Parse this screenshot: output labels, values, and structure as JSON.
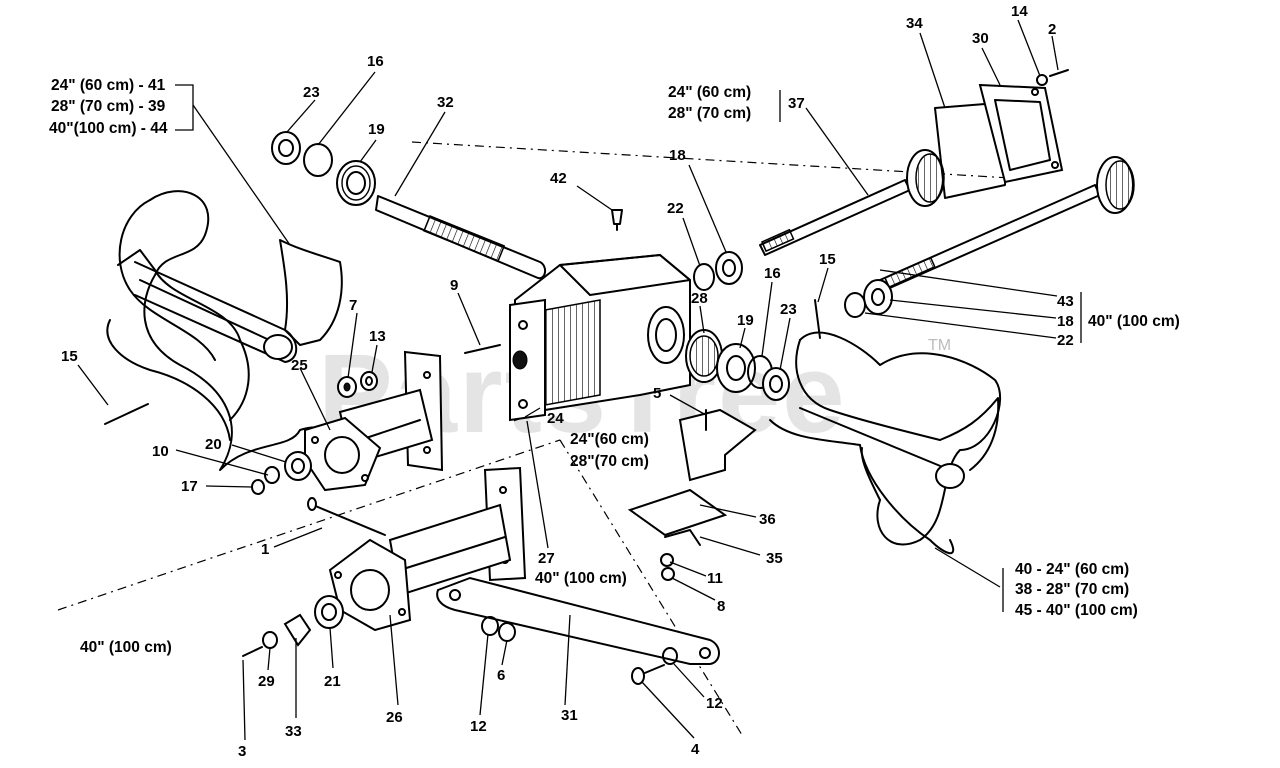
{
  "watermark": {
    "brand": "PartsTree",
    "mark": "TM"
  },
  "size_groups": {
    "auger_left": [
      "24\" (60 cm) - 41",
      "28\" (70 cm) - 39",
      "40\"(100 cm) - 44"
    ],
    "shaft_37": [
      "24\" (60 cm)",
      "28\" (70 cm)"
    ],
    "shaft_37_num": "37",
    "housing_24": [
      "24\"(60 cm)",
      "28\"(70 cm)"
    ],
    "housing_27": "40\" (100 cm)",
    "shaft_43_sizes": "40\" (100 cm)",
    "auger_right": [
      "40 - 24\" (60 cm)",
      "38 - 28\" (70 cm)",
      "45 - 40\" (100 cm)"
    ],
    "bottom_left": "40\" (100 cm)"
  },
  "callouts": {
    "c1": "1",
    "c2": "2",
    "c3": "3",
    "c4": "4",
    "c5": "5",
    "c6": "6",
    "c7": "7",
    "c8": "8",
    "c9": "9",
    "c10": "10",
    "c11": "11",
    "c12a": "12",
    "c12b": "12",
    "c13": "13",
    "c14": "14",
    "c15a": "15",
    "c15b": "15",
    "c16a": "16",
    "c16b": "16",
    "c17": "17",
    "c18a": "18",
    "c18b": "18",
    "c19a": "19",
    "c19b": "19",
    "c20": "20",
    "c21": "21",
    "c22a": "22",
    "c22b": "22",
    "c23a": "23",
    "c23b": "23",
    "c24": "24",
    "c25": "25",
    "c26": "26",
    "c27": "27",
    "c28": "28",
    "c29": "29",
    "c30": "30",
    "c31": "31",
    "c32": "32",
    "c33": "33",
    "c34": "34",
    "c35": "35",
    "c36": "36",
    "c42": "42",
    "c43": "43"
  }
}
